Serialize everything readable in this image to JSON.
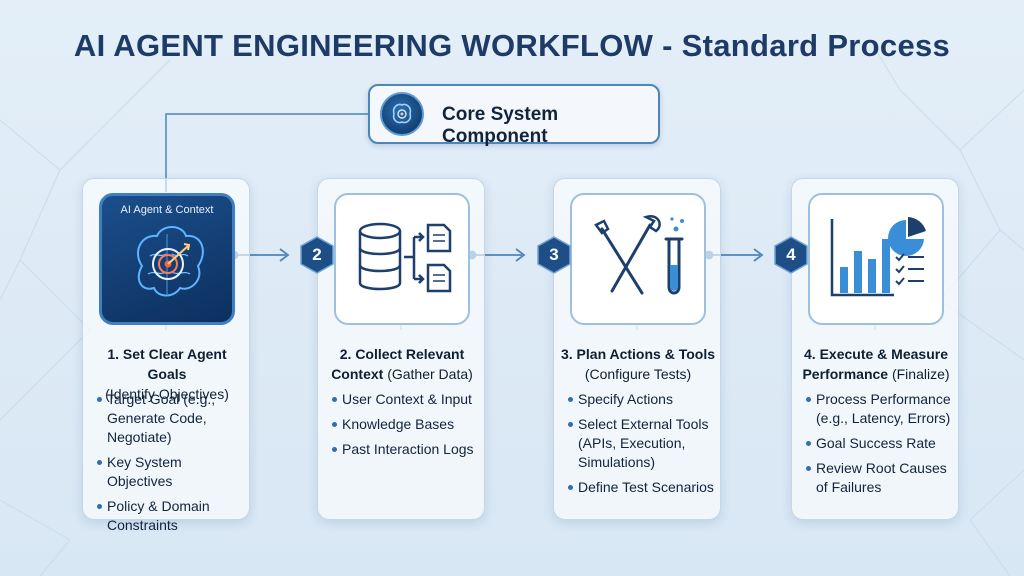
{
  "title": "AI AGENT ENGINEERING WORKFLOW - Standard Process",
  "core": {
    "label": "Core System Component",
    "icon": "brain-circuit-icon"
  },
  "colors": {
    "title": "#1e3a66",
    "accent": "#2d6fb0",
    "badge": "#1d4f86",
    "dark_panel": "#0d2f5e"
  },
  "steps": [
    {
      "badge": "",
      "icon": "brain-target-icon",
      "icon_label": "AI Agent & Context",
      "heading_bold": "1. Set Clear Agent Goals",
      "heading_normal": "(Identify Objectives)",
      "bullets": [
        "Target Goal (e.g., Generate Code, Negotiate)",
        "Key System Objectives",
        "Policy & Domain Constraints"
      ]
    },
    {
      "badge": "2",
      "icon": "database-documents-icon",
      "heading_bold": "2. Collect Relevant Context",
      "heading_normal": "(Gather Data)",
      "bullets": [
        "User Context & Input",
        "Knowledge Bases",
        "Past Interaction Logs"
      ]
    },
    {
      "badge": "3",
      "icon": "tools-test-tube-icon",
      "heading_bold": "3. Plan Actions & Tools",
      "heading_normal": "(Configure Tests)",
      "bullets": [
        "Specify Actions",
        "Select External Tools (APIs, Execution, Simulations)",
        "Define Test Scenarios"
      ]
    },
    {
      "badge": "4",
      "icon": "chart-checklist-icon",
      "heading_bold": "4. Execute & Measure Performance",
      "heading_normal": "(Finalize)",
      "bullets": [
        "Process Performance (e.g., Latency, Errors)",
        "Goal Success Rate",
        "Review Root Causes of Failures"
      ]
    }
  ]
}
